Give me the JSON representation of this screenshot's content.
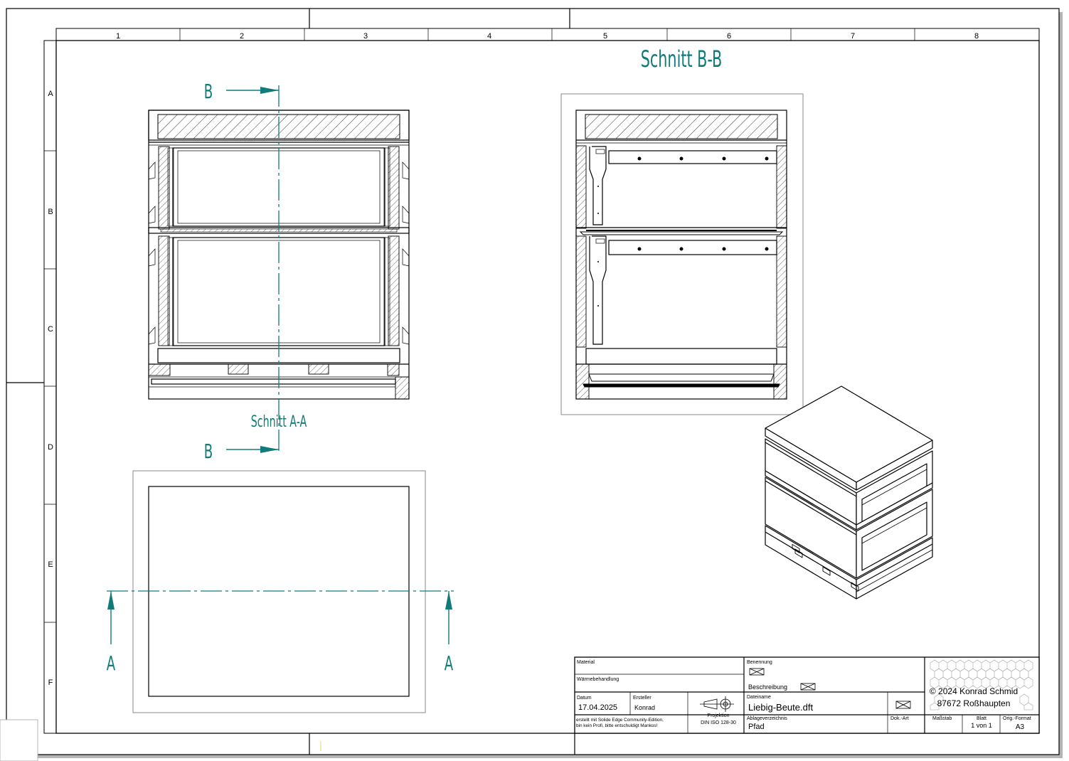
{
  "sheet": {
    "columns": [
      "1",
      "2",
      "3",
      "4",
      "5",
      "6",
      "7",
      "8"
    ],
    "rows": [
      "A",
      "B",
      "C",
      "D",
      "E",
      "F"
    ]
  },
  "views": {
    "section_bb_title": "Schnitt  B-B",
    "section_aa_label": "Schnitt  A-A",
    "cut_letter_b": "B",
    "cut_letter_a": "A"
  },
  "title_block": {
    "material_label": "Material",
    "heat_treatment_label": "Wärmebehandlung",
    "date_label": "Datum",
    "date_value": "17.04.2025",
    "creator_label": "Ersteller",
    "creator_value": "Konrad",
    "projection_label": "Projektion",
    "projection_value": "DIN ISO 128-30",
    "note_line1": "erstellt mit Solide Edge Community-Edition,",
    "note_line2": "bin kein Profi, bitte entschuldigt Mankos!",
    "designation_label": "Benennung",
    "description_label": "Beschreibung",
    "filename_label": "Dateiname",
    "filename_value": "Liebig-Beute.dft",
    "storage_label": "Ablageverzeichnis",
    "storage_value": "Pfad",
    "doc_type_label": "Dok.-Art",
    "scale_label": "Maßstab",
    "sheet_label": "Blatt",
    "sheet_value": "1 von 1",
    "format_label": "Orig.-Format",
    "format_value": "A3",
    "copyright_line1": "© 2024 Konrad Schmid",
    "copyright_line2": "87672 Roßhaupten"
  },
  "colors": {
    "annotation": "#137a7a",
    "line": "#000000",
    "frame_shadow": "#b4b4b4"
  }
}
